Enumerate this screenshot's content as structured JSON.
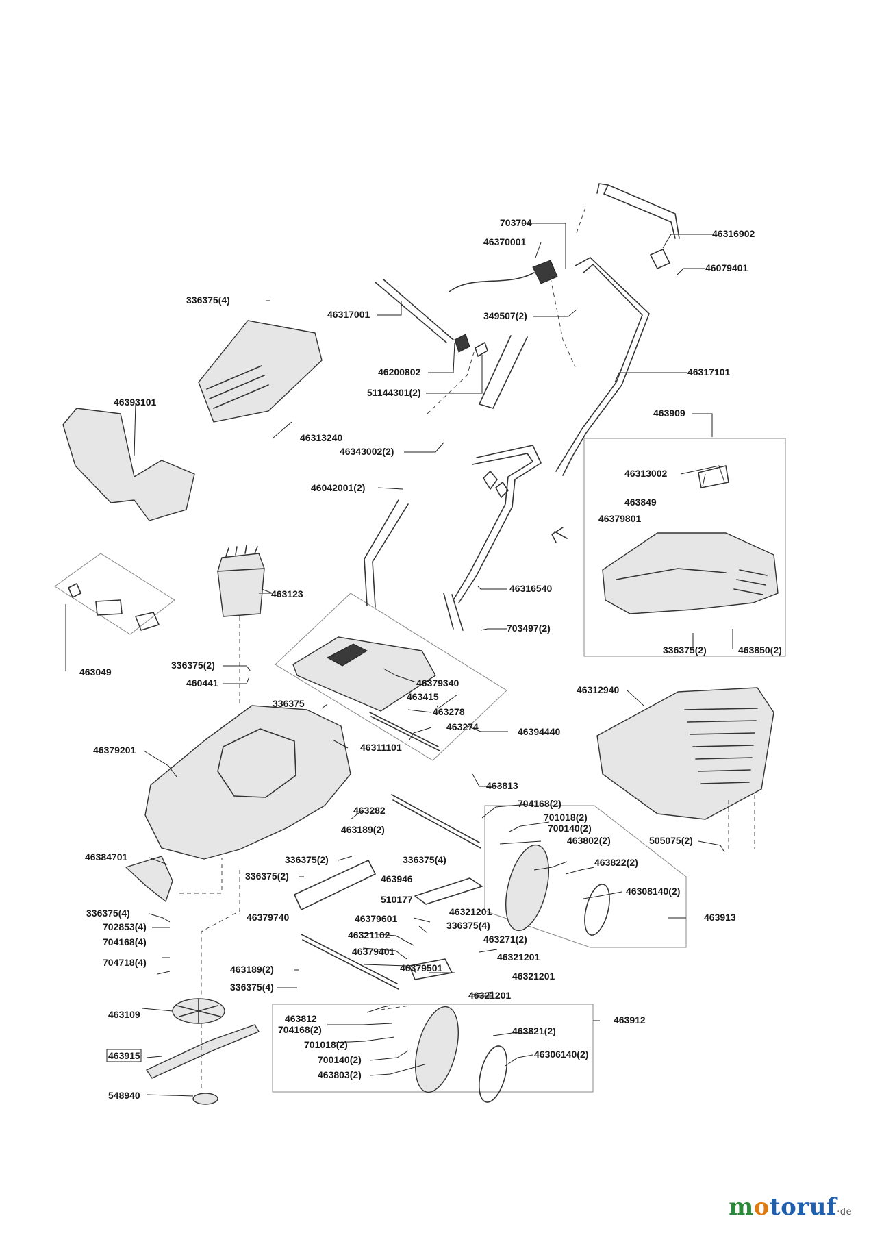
{
  "labels": {
    "703704": "703704",
    "46370001": "46370001",
    "46316902": "46316902",
    "46079401": "46079401",
    "336375_4_a": "336375(4)",
    "46317001": "46317001",
    "349507_2": "349507(2)",
    "46200802": "46200802",
    "46317101": "46317101",
    "51144301_2": "51144301(2)",
    "46393101": "46393101",
    "46313240": "46313240",
    "463909": "463909",
    "46343002_2": "46343002(2)",
    "46313002": "46313002",
    "46042001_2": "46042001(2)",
    "463849": "463849",
    "46379801": "46379801",
    "463123": "463123",
    "46316540": "46316540",
    "703497_2": "703497(2)",
    "336375_2_a": "336375(2)",
    "463850_2": "463850(2)",
    "463049": "463049",
    "336375_2_b": "336375(2)",
    "460441": "460441",
    "46379340": "46379340",
    "463415": "463415",
    "46312940": "46312940",
    "336375": "336375",
    "463278": "463278",
    "463274": "463274",
    "46394440": "46394440",
    "46311101": "46311101",
    "46379201": "46379201",
    "463813": "463813",
    "463282": "463282",
    "704168_2_a": "704168(2)",
    "701018_2_a": "701018(2)",
    "463189_2_a": "463189(2)",
    "700140_2_a": "700140(2)",
    "505075_2": "505075(2)",
    "463802_2": "463802(2)",
    "46384701": "46384701",
    "336375_2_c": "336375(2)",
    "336375_4_b": "336375(4)",
    "463822_2": "463822(2)",
    "336375_2_d": "336375(2)",
    "463946": "463946",
    "46308140_2": "46308140(2)",
    "510177": "510177",
    "336375_4_c": "336375(4)",
    "46321201_a": "46321201",
    "46379740": "46379740",
    "46379601": "46379601",
    "463913": "463913",
    "702853_4": "702853(4)",
    "336375_4_d": "336375(4)",
    "704168_4": "704168(4)",
    "46321102": "46321102",
    "463271_2": "463271(2)",
    "46379401": "46379401",
    "46321201_b": "46321201",
    "704718_4": "704718(4)",
    "463189_2_b": "463189(2)",
    "46379501": "46379501",
    "46321201_c": "46321201",
    "336375_4_e": "336375(4)",
    "46321201_d": "46321201",
    "463109": "463109",
    "463812": "463812",
    "463912": "463912",
    "704168_2_b": "704168(2)",
    "463821_2": "463821(2)",
    "701018_2_b": "701018(2)",
    "463915": "463915",
    "46306140_2": "46306140(2)",
    "700140_2_b": "700140(2)",
    "463803_2": "463803(2)",
    "548940": "548940"
  },
  "watermark": {
    "m": "m",
    "o": "o",
    "rest": "toruf",
    "dot": "·",
    "tld": "de"
  }
}
